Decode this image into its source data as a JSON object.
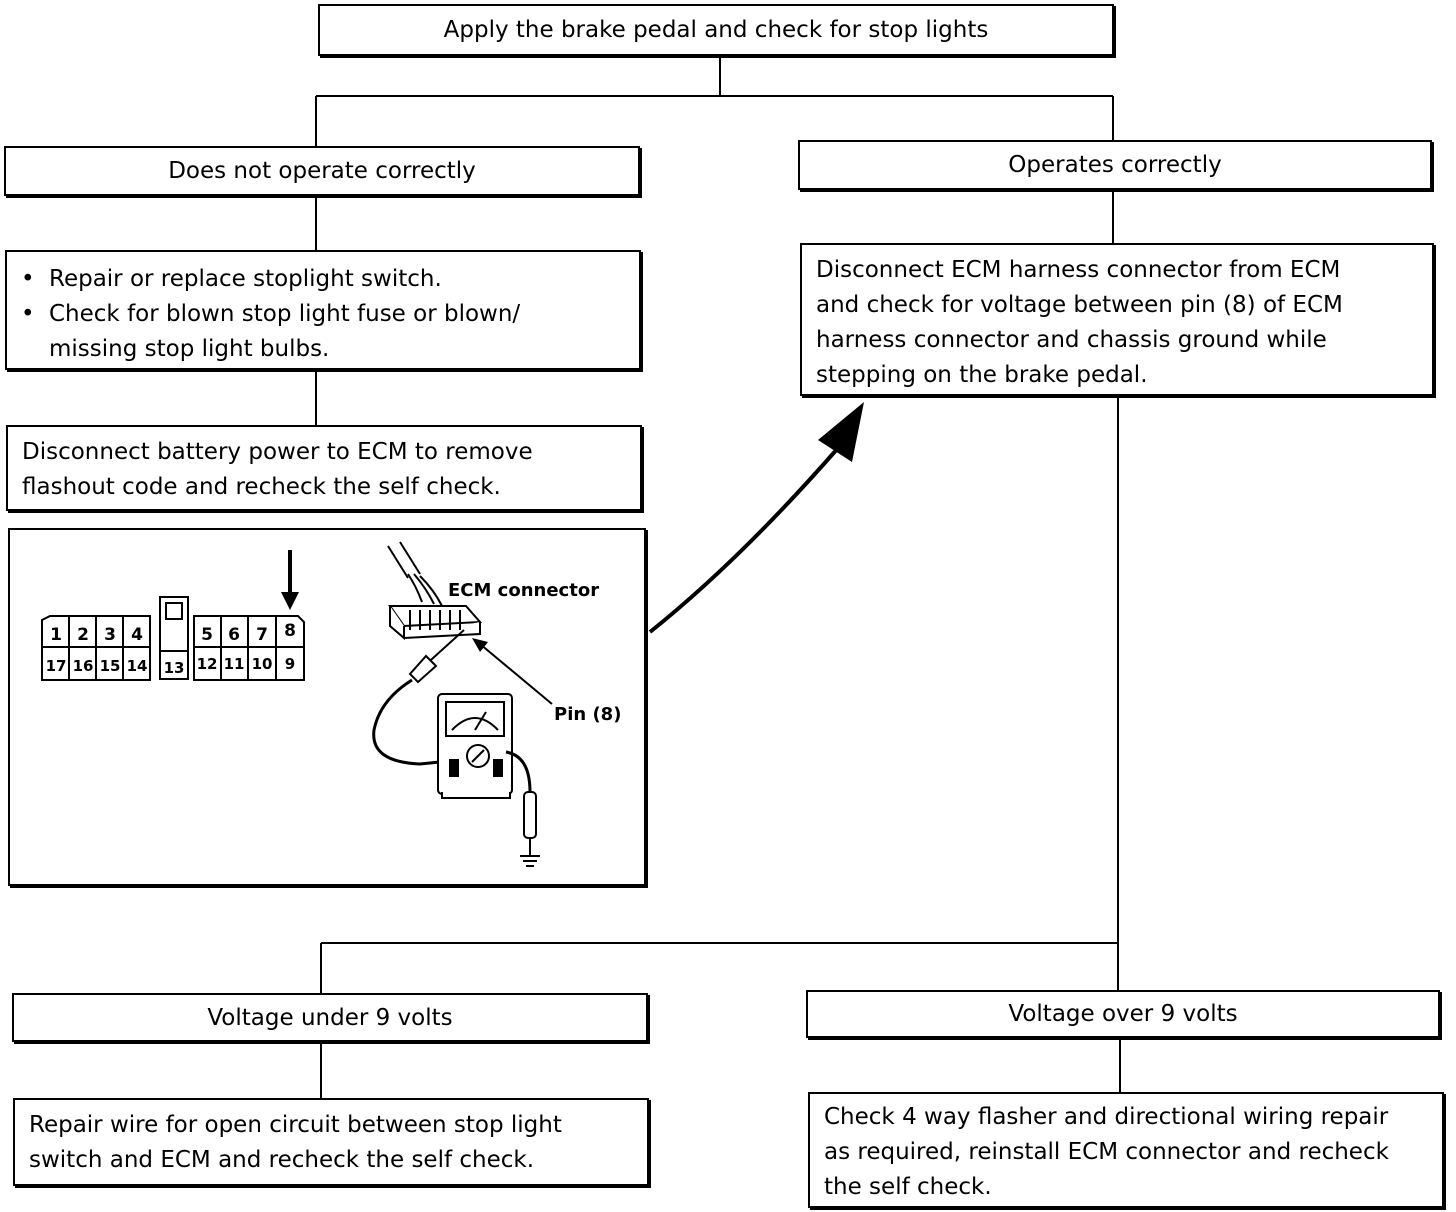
{
  "steps": {
    "top": "Apply the brake pedal and check for stop lights",
    "left_result": "Does not operate correctly",
    "right_result": "Operates correctly",
    "left_actions": [
      "Repair or replace stoplight switch.",
      "Check for blown stop light fuse or blown/",
      "missing stop light bulbs."
    ],
    "left_recheck": [
      "Disconnect battery power to ECM to remove",
      "flashout code and recheck the self check."
    ],
    "right_action": [
      "Disconnect ECM harness connector from ECM",
      "and check for voltage between pin (8) of ECM",
      "harness connector and chassis ground while",
      "stepping on the brake pedal."
    ],
    "voltage_under": "Voltage under 9 volts",
    "voltage_over": "Voltage over 9 volts",
    "under_action": [
      "Repair wire for open circuit between stop light",
      "switch and ECM and recheck the self check."
    ],
    "over_action": [
      "Check 4 way flasher and directional wiring repair",
      "as required, reinstall ECM connector and recheck",
      "the self check."
    ]
  },
  "figure": {
    "ecm_label": "ECM connector",
    "pin_label": "Pin (8)",
    "pins_top_left": [
      "1",
      "2",
      "3",
      "4"
    ],
    "pins_bottom_left": [
      "17",
      "16",
      "15",
      "14"
    ],
    "pin_center": "13",
    "pins_top_right": [
      "5",
      "6",
      "7",
      "8"
    ],
    "pins_bottom_right": [
      "12",
      "11",
      "10",
      "9"
    ]
  }
}
